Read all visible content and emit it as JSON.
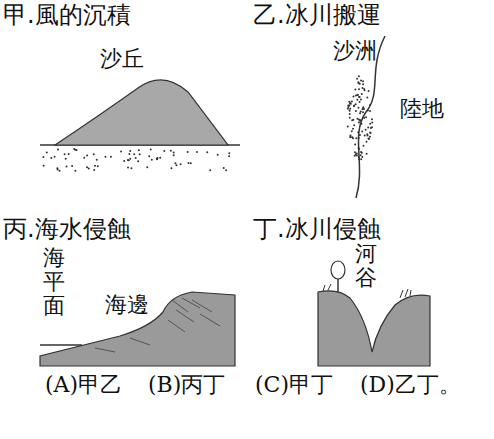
{
  "diagram": {
    "labels": [
      "甲.風的沉積",
      "乙.冰川搬運",
      "沙丘",
      "沙洲",
      "陸地",
      "丙.海水侵蝕",
      "丁.冰川侵蝕",
      "海平面",
      "海邊",
      "河谷",
      "(A)甲乙",
      "(B)丙丁",
      "(C)甲丁",
      "(D)乙丁。"
    ]
  }
}
